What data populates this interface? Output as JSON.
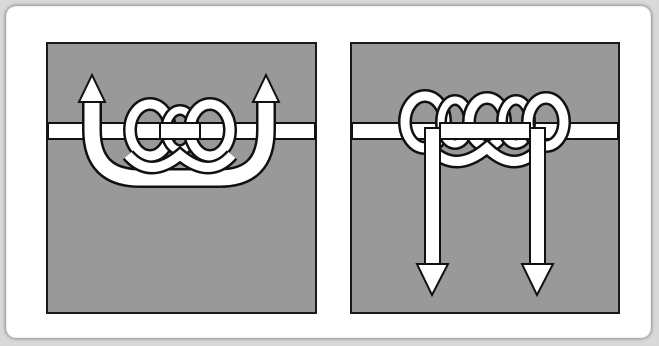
{
  "diagram": {
    "panels": [
      {
        "id": "left",
        "description_visible_text": "",
        "background_color": "#999999",
        "arrow_direction": "up"
      },
      {
        "id": "right",
        "description_visible_text": "",
        "background_color": "#999999",
        "arrow_direction": "down"
      }
    ],
    "colors": {
      "panel_fill": "#999999",
      "panel_border": "#1a1a1a",
      "strand_fill": "#ffffff",
      "strand_outline": "#111111",
      "frame": "#ffffff"
    },
    "icons": [
      "knot-loops-with-up-arrows",
      "knot-loops-with-down-arrows"
    ]
  }
}
